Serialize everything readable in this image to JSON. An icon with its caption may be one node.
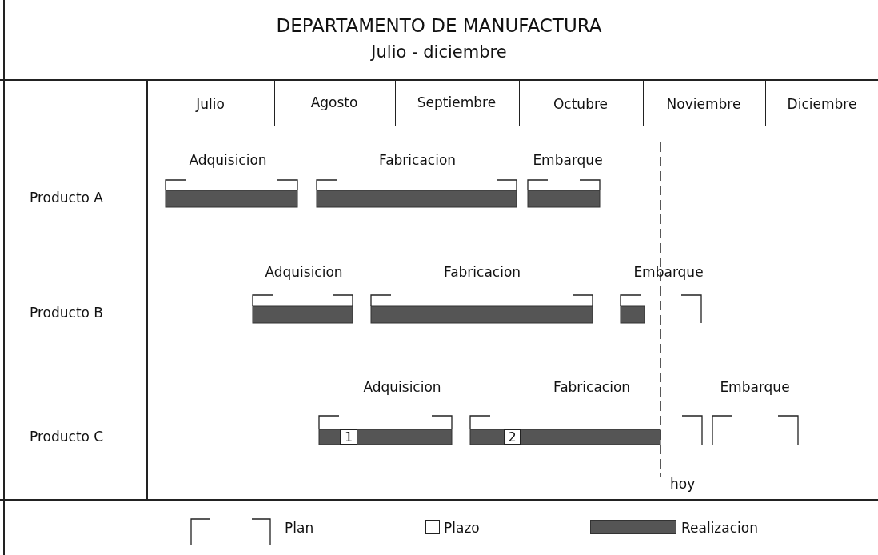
{
  "diagram": {
    "title": "DEPARTAMENTO DE MANUFACTURA",
    "nodes": [
      {
        "text": [
          "Adquisicion"
        ]
      },
      {
        "text": [
          "Fabricacion"
        ]
      },
      {
        "text": [
          "Embarque"
        ]
      },
      {
        "text": [
          "Adquisicion"
        ]
      },
      {
        "text": [
          "Fabricacion"
        ]
      },
      {
        "text": [
          "Embarque"
        ]
      },
      {
        "text": [
          "Adquisicion"
        ]
      },
      {
        "text": [
          "1"
        ],
        "in": 6
      },
      {
        "text": [
          "Fabricacion"
        ]
      },
      {
        "text": [
          "2"
        ],
        "in": 8
      },
      {
        "text": [
          "Embarque"
        ]
      }
    ],
    "edges": [],
    "labels": [
      "Julio - diciembre",
      "Julio",
      "Agosto",
      "Septiembre",
      "Octubre",
      "Noviembre",
      "Diciembre",
      "Producto A",
      "Producto B",
      "Producto C",
      "hoy"
    ],
    "legend": [
      {
        "text": "Plan"
      },
      {
        "text": "Plazo"
      },
      {
        "text": "Realizacion",
        "color": "#555555"
      }
    ]
  }
}
